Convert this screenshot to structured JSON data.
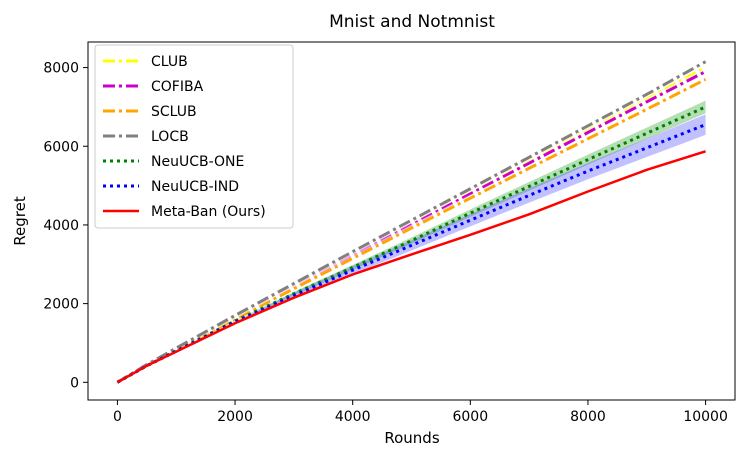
{
  "chart_data": {
    "type": "line",
    "title": "Mnist and Notmnist",
    "xlabel": "Rounds",
    "ylabel": "Regret",
    "xlim": [
      -500,
      10500
    ],
    "ylim": [
      -450,
      8650
    ],
    "xticks": [
      0,
      2000,
      4000,
      6000,
      8000,
      10000
    ],
    "yticks": [
      0,
      2000,
      4000,
      6000,
      8000
    ],
    "grid": false,
    "legend_position": "top-left",
    "series": [
      {
        "name": "CLUB",
        "color": "#ffff00",
        "style": "dashdot",
        "x": [
          0,
          500,
          1000,
          2000,
          3000,
          4000,
          5000,
          6000,
          7000,
          8000,
          9000,
          10000
        ],
        "y": [
          0,
          440,
          850,
          1660,
          2450,
          3250,
          4050,
          4840,
          5630,
          6420,
          7210,
          8000
        ]
      },
      {
        "name": "COFIBA",
        "color": "#cc00cc",
        "style": "dashdot",
        "x": [
          0,
          500,
          1000,
          2000,
          3000,
          4000,
          5000,
          6000,
          7000,
          8000,
          9000,
          10000
        ],
        "y": [
          0,
          435,
          845,
          1650,
          2430,
          3220,
          4010,
          4790,
          5570,
          6350,
          7130,
          7900
        ]
      },
      {
        "name": "SCLUB",
        "color": "#ffa500",
        "style": "dashdot",
        "x": [
          0,
          500,
          1000,
          2000,
          3000,
          4000,
          5000,
          6000,
          7000,
          8000,
          9000,
          10000
        ],
        "y": [
          0,
          430,
          830,
          1610,
          2380,
          3150,
          3920,
          4680,
          5440,
          6190,
          6940,
          7700
        ]
      },
      {
        "name": "LOCB",
        "color": "#808080",
        "style": "dashdot",
        "x": [
          0,
          500,
          1000,
          2000,
          3000,
          4000,
          5000,
          6000,
          7000,
          8000,
          9000,
          10000
        ],
        "y": [
          0,
          450,
          870,
          1700,
          2510,
          3320,
          4120,
          4920,
          5720,
          6520,
          7320,
          8150
        ]
      },
      {
        "name": "NeuUCB-ONE",
        "color": "#008000",
        "style": "dotted",
        "band": 160,
        "band_color": "#2ca02c",
        "x": [
          0,
          500,
          1000,
          2000,
          3000,
          4000,
          5000,
          6000,
          7000,
          8000,
          9000,
          10000
        ],
        "y": [
          0,
          420,
          800,
          1560,
          2250,
          2920,
          3600,
          4300,
          4980,
          5660,
          6330,
          7000
        ]
      },
      {
        "name": "NeuUCB-IND",
        "color": "#0000ff",
        "style": "dotted",
        "band": 260,
        "band_color": "#4d4dff",
        "x": [
          0,
          500,
          1000,
          2000,
          3000,
          4000,
          5000,
          6000,
          7000,
          8000,
          9000,
          10000
        ],
        "y": [
          0,
          420,
          790,
          1530,
          2200,
          2850,
          3480,
          4120,
          4750,
          5370,
          5960,
          6550
        ]
      },
      {
        "name": "Meta-Ban (Ours)",
        "color": "#ff0000",
        "style": "solid",
        "x": [
          0,
          500,
          1000,
          2000,
          3000,
          4000,
          5000,
          6000,
          7000,
          8000,
          9000,
          10000
        ],
        "y": [
          0,
          420,
          780,
          1500,
          2150,
          2740,
          3250,
          3750,
          4270,
          4850,
          5400,
          5870
        ]
      }
    ]
  }
}
